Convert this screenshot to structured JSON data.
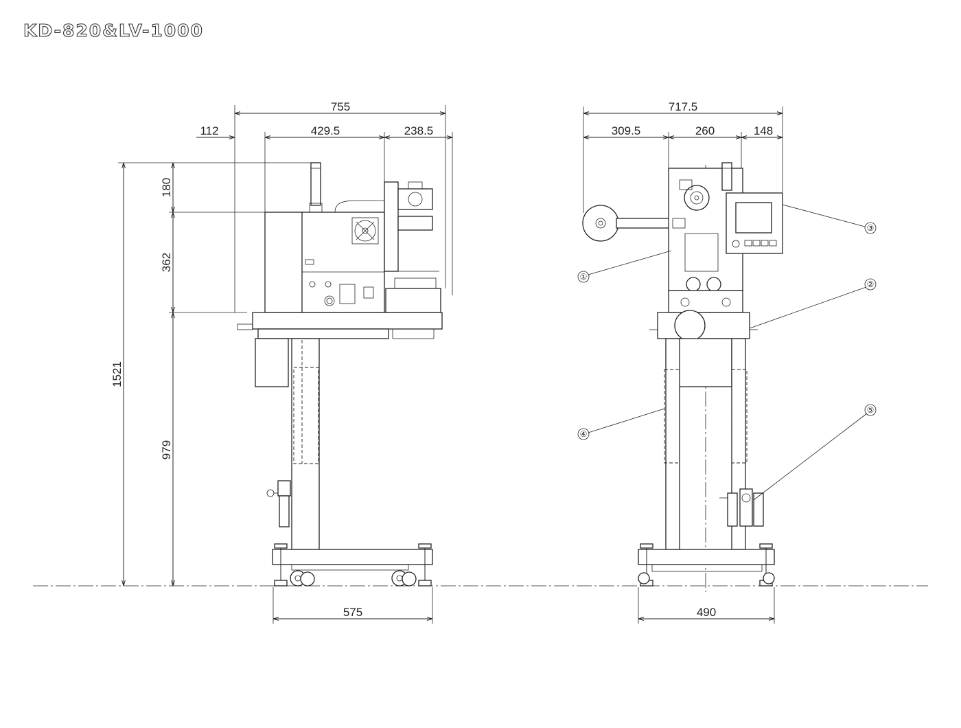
{
  "title": "KD-820&LV-1000",
  "side_view": {
    "dims": {
      "overall_width": "755",
      "offset_left": "112",
      "mid_width": "429.5",
      "right_width": "238.5",
      "total_height": "1521",
      "top_height": "180",
      "mid_height": "362",
      "stand_height": "979",
      "base_width": "575"
    }
  },
  "front_view": {
    "dims": {
      "overall_width": "717.5",
      "left_width": "309.5",
      "mid_width": "260",
      "right_width": "148",
      "base_width": "490"
    },
    "callouts": [
      "①",
      "②",
      "③",
      "④",
      "⑤"
    ]
  }
}
